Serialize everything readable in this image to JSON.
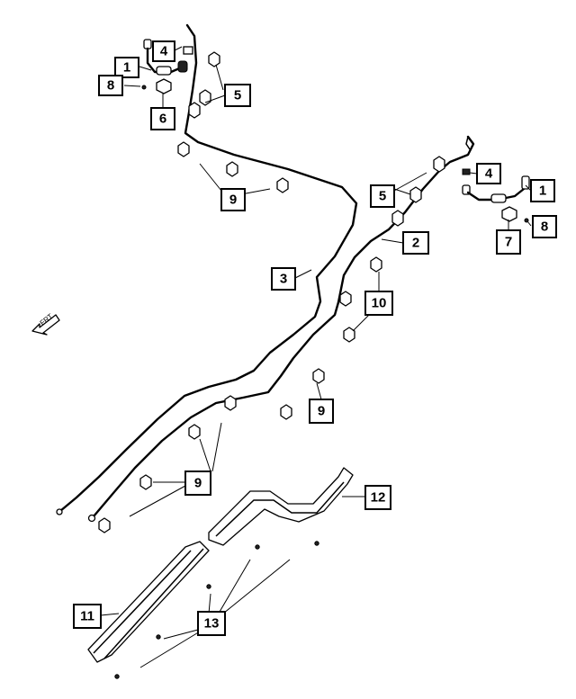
{
  "diagram": {
    "callouts": [
      {
        "id": "c1a",
        "label": "1"
      },
      {
        "id": "c4a",
        "label": "4"
      },
      {
        "id": "c8a",
        "label": "8"
      },
      {
        "id": "c5a",
        "label": "5"
      },
      {
        "id": "c6",
        "label": "6"
      },
      {
        "id": "c9a",
        "label": "9"
      },
      {
        "id": "c5b",
        "label": "5"
      },
      {
        "id": "c4b",
        "label": "4"
      },
      {
        "id": "c1b",
        "label": "1"
      },
      {
        "id": "c2",
        "label": "2"
      },
      {
        "id": "c8b",
        "label": "8"
      },
      {
        "id": "c7",
        "label": "7"
      },
      {
        "id": "c3",
        "label": "3"
      },
      {
        "id": "c10",
        "label": "10"
      },
      {
        "id": "c9b",
        "label": "9"
      },
      {
        "id": "c9c",
        "label": "9"
      },
      {
        "id": "c12",
        "label": "12"
      },
      {
        "id": "c11",
        "label": "11"
      },
      {
        "id": "c13",
        "label": "13"
      }
    ],
    "front_arrow_label": "FRT"
  }
}
